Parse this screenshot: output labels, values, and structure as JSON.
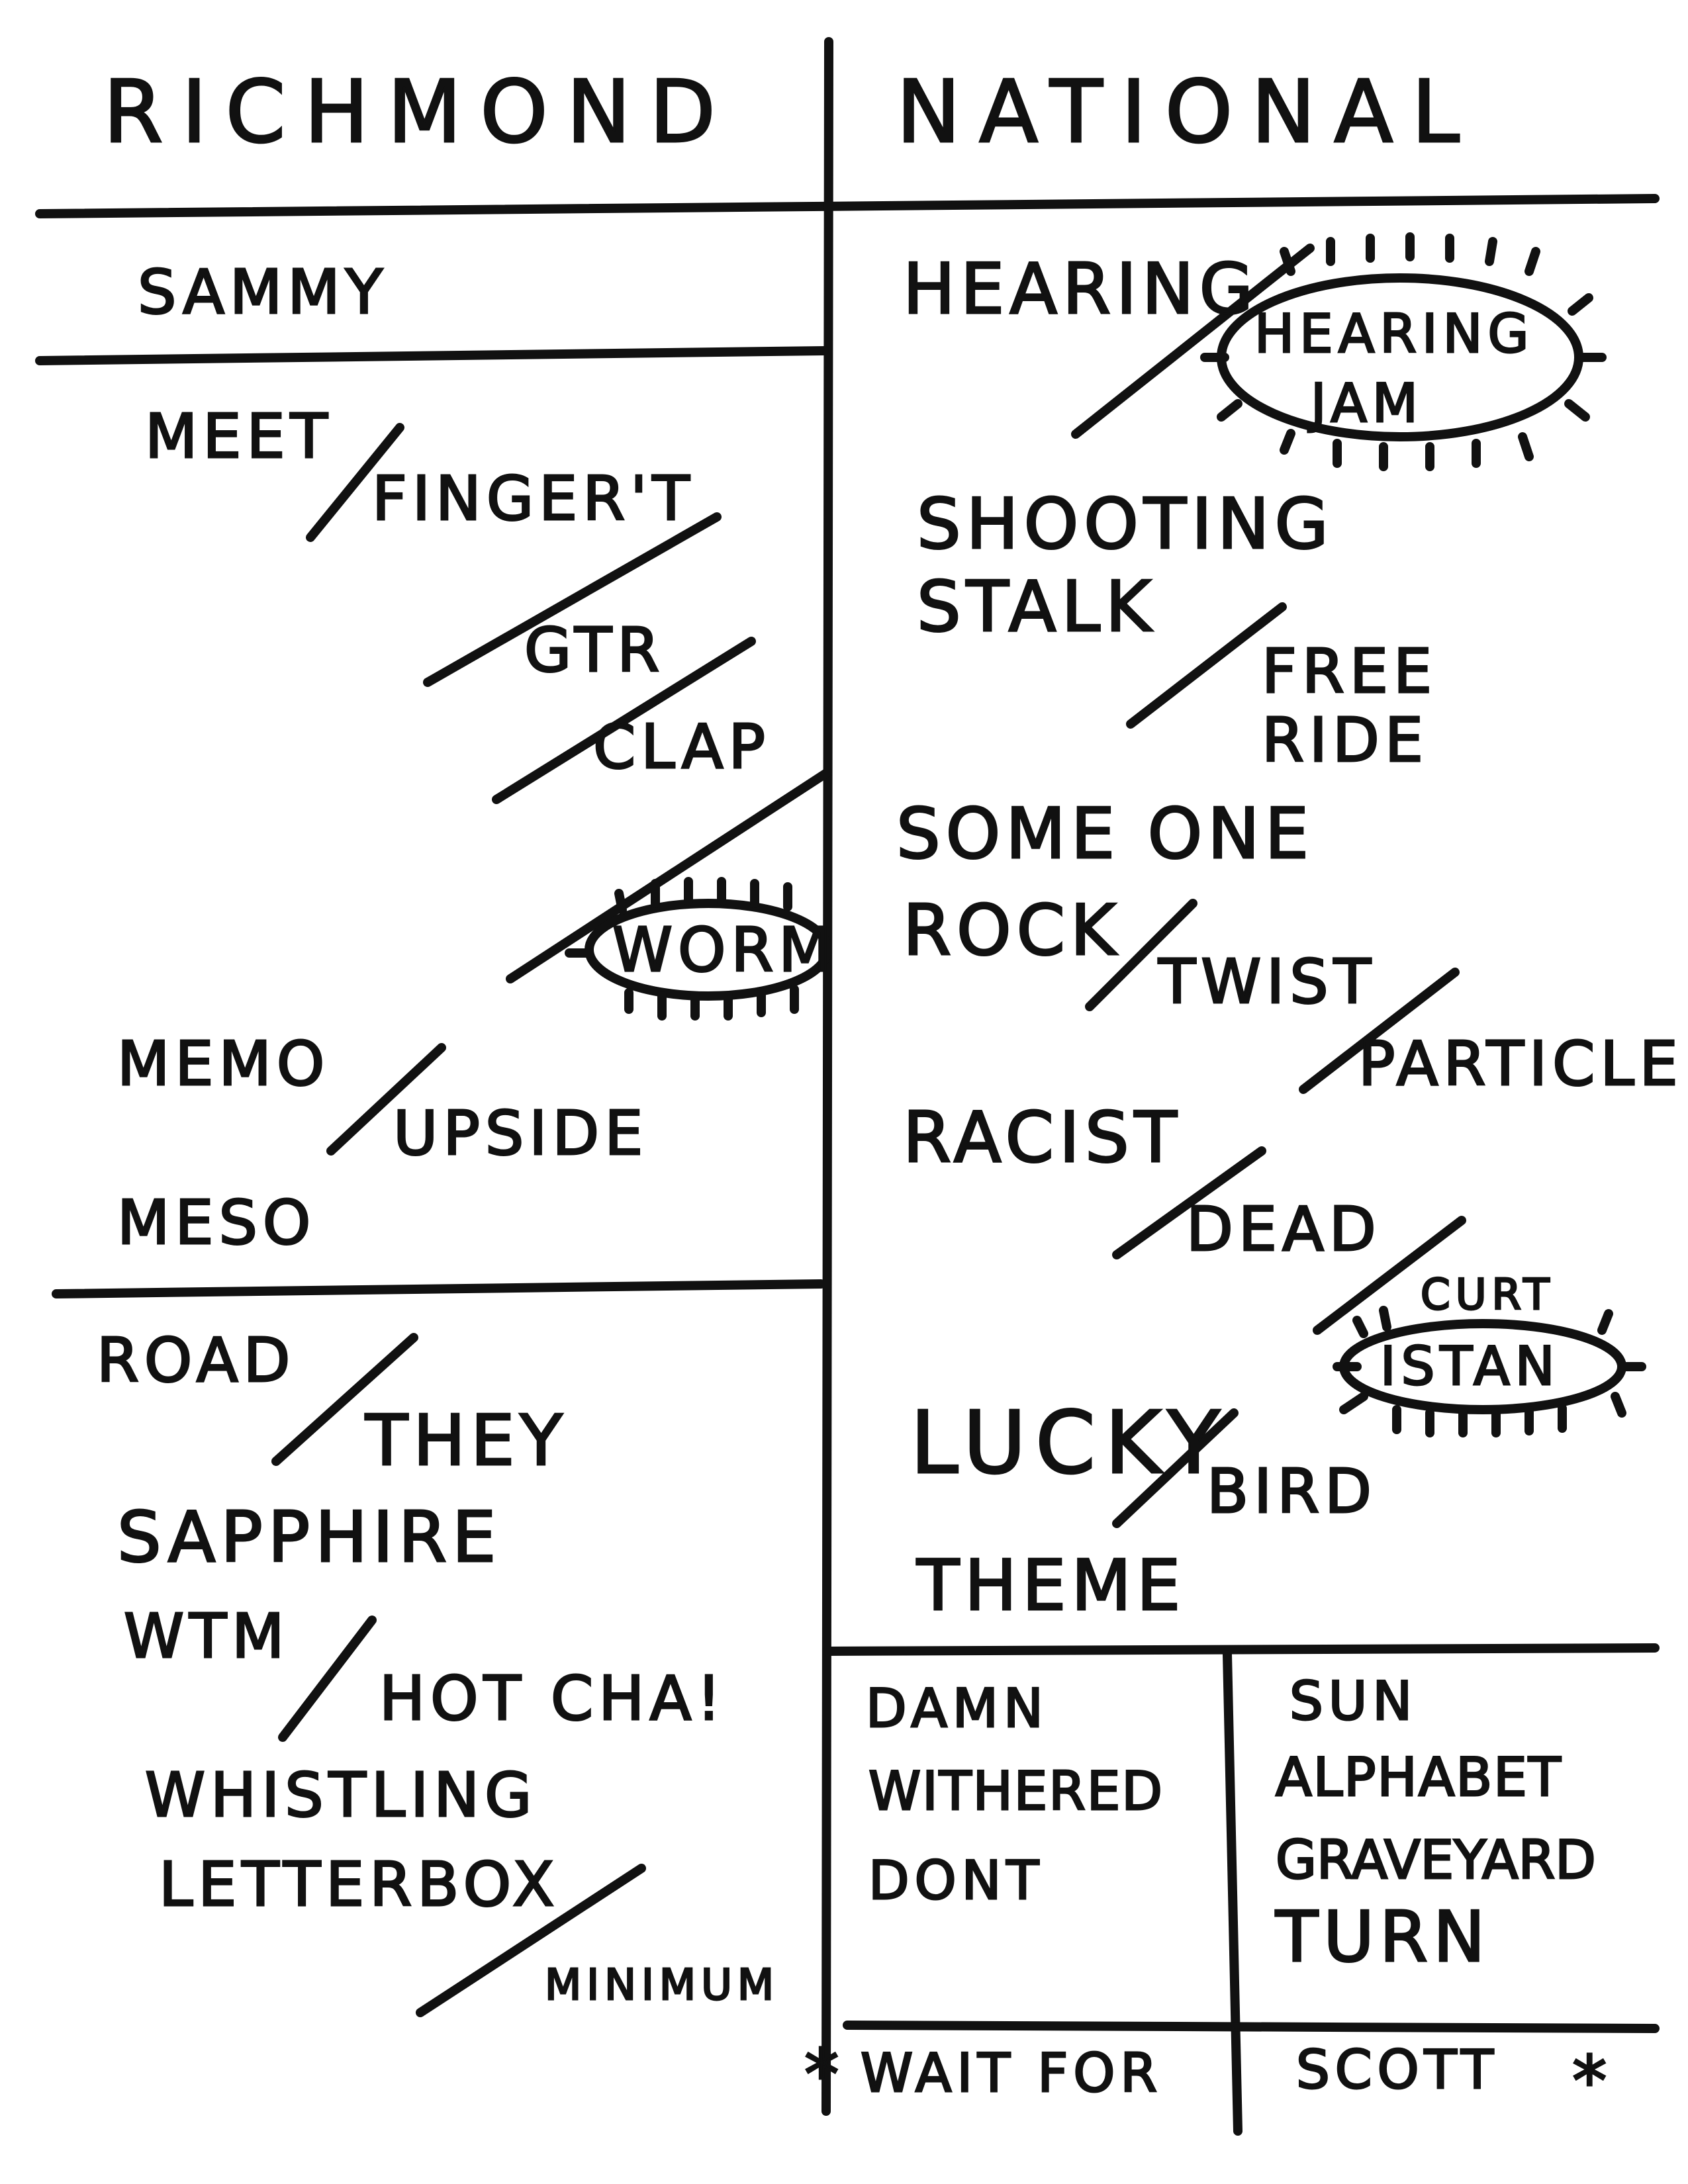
{
  "headers": {
    "left": "RICHMOND",
    "right": "NATIONAL"
  },
  "left_column": {
    "top": "SAMMY",
    "section1": [
      "MEET",
      "FINGER'T",
      "GTR",
      "CLAP",
      "WORM",
      "MEMO",
      "UPSIDE",
      "MESO"
    ],
    "section2": [
      "ROAD",
      "THEY",
      "SAPPHIRE",
      "WTM",
      "HOT CHA!",
      "WHISTLING",
      "LETTERBOX",
      "MINIMUM"
    ]
  },
  "right_column": {
    "items": [
      "HEARING",
      "HEARING",
      "JAM",
      "SHOOTING",
      "STALK",
      "FREE",
      "RIDE",
      "SOME ONE",
      "ROCK",
      "TWIST",
      "PARTICLE",
      "RACIST",
      "DEAD",
      "CURT",
      "ISTAN",
      "LUCKY",
      "BIRD",
      "THEME"
    ],
    "box_left": [
      "DAMN",
      "WITHERED",
      "DONT"
    ],
    "box_right": [
      "SUN",
      "ALPHABET",
      "GRAVEYARD",
      "TURN"
    ]
  },
  "footer": {
    "left": "WAIT FOR",
    "right": "SCOTT",
    "asterisk": "*"
  }
}
